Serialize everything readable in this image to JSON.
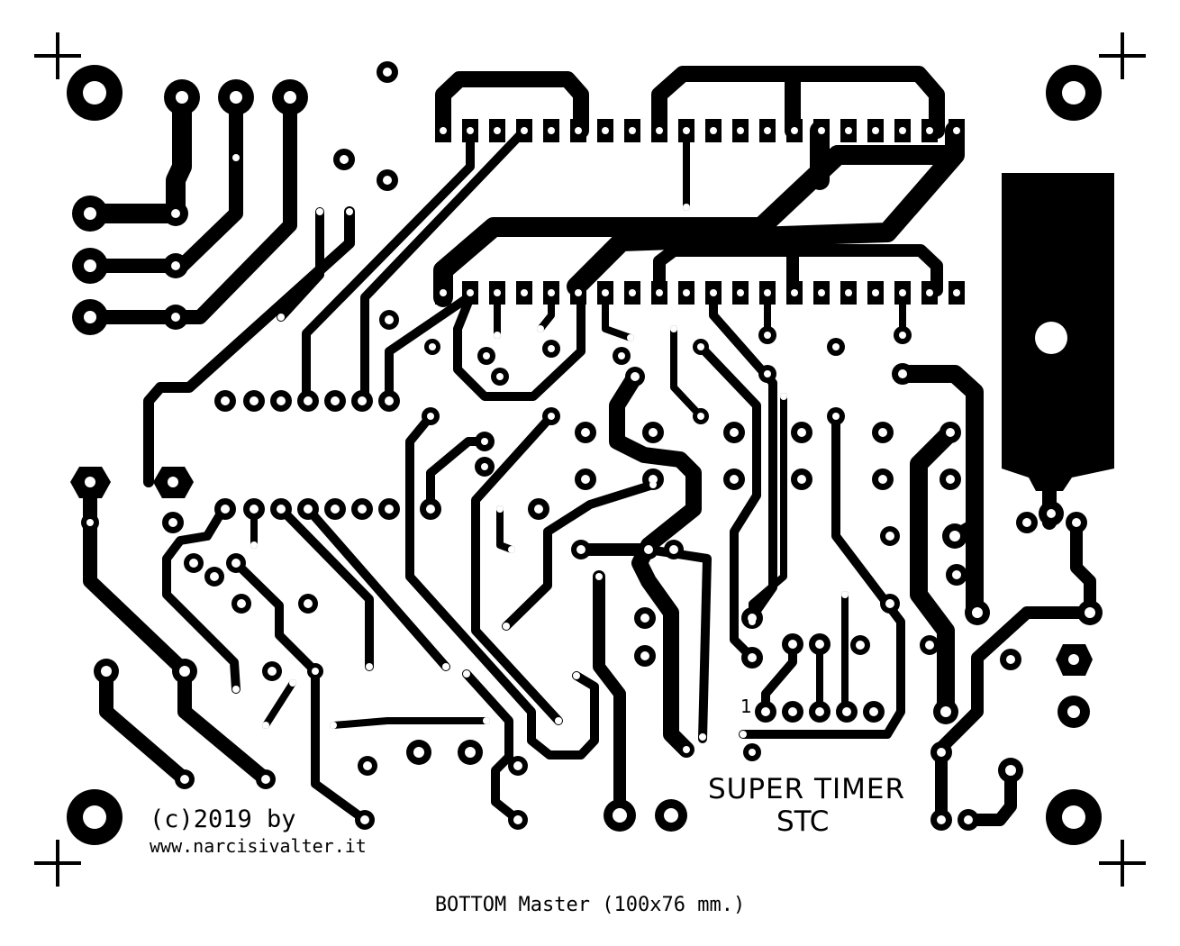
{
  "board": {
    "title": "SUPER TIMER",
    "subtitle": "STC",
    "copyright": "(c)2019 by",
    "website": "www.narcisivalter.it",
    "pin_one_marker": "1",
    "caption": "BOTTOM Master (100x76 mm.)"
  },
  "colors": {
    "copper": "#000000",
    "substrate": "#ffffff"
  },
  "features": {
    "registration_marks": 4,
    "mounting_holes": 4,
    "dip_sockets": 2,
    "heatsink_pad": 1
  }
}
